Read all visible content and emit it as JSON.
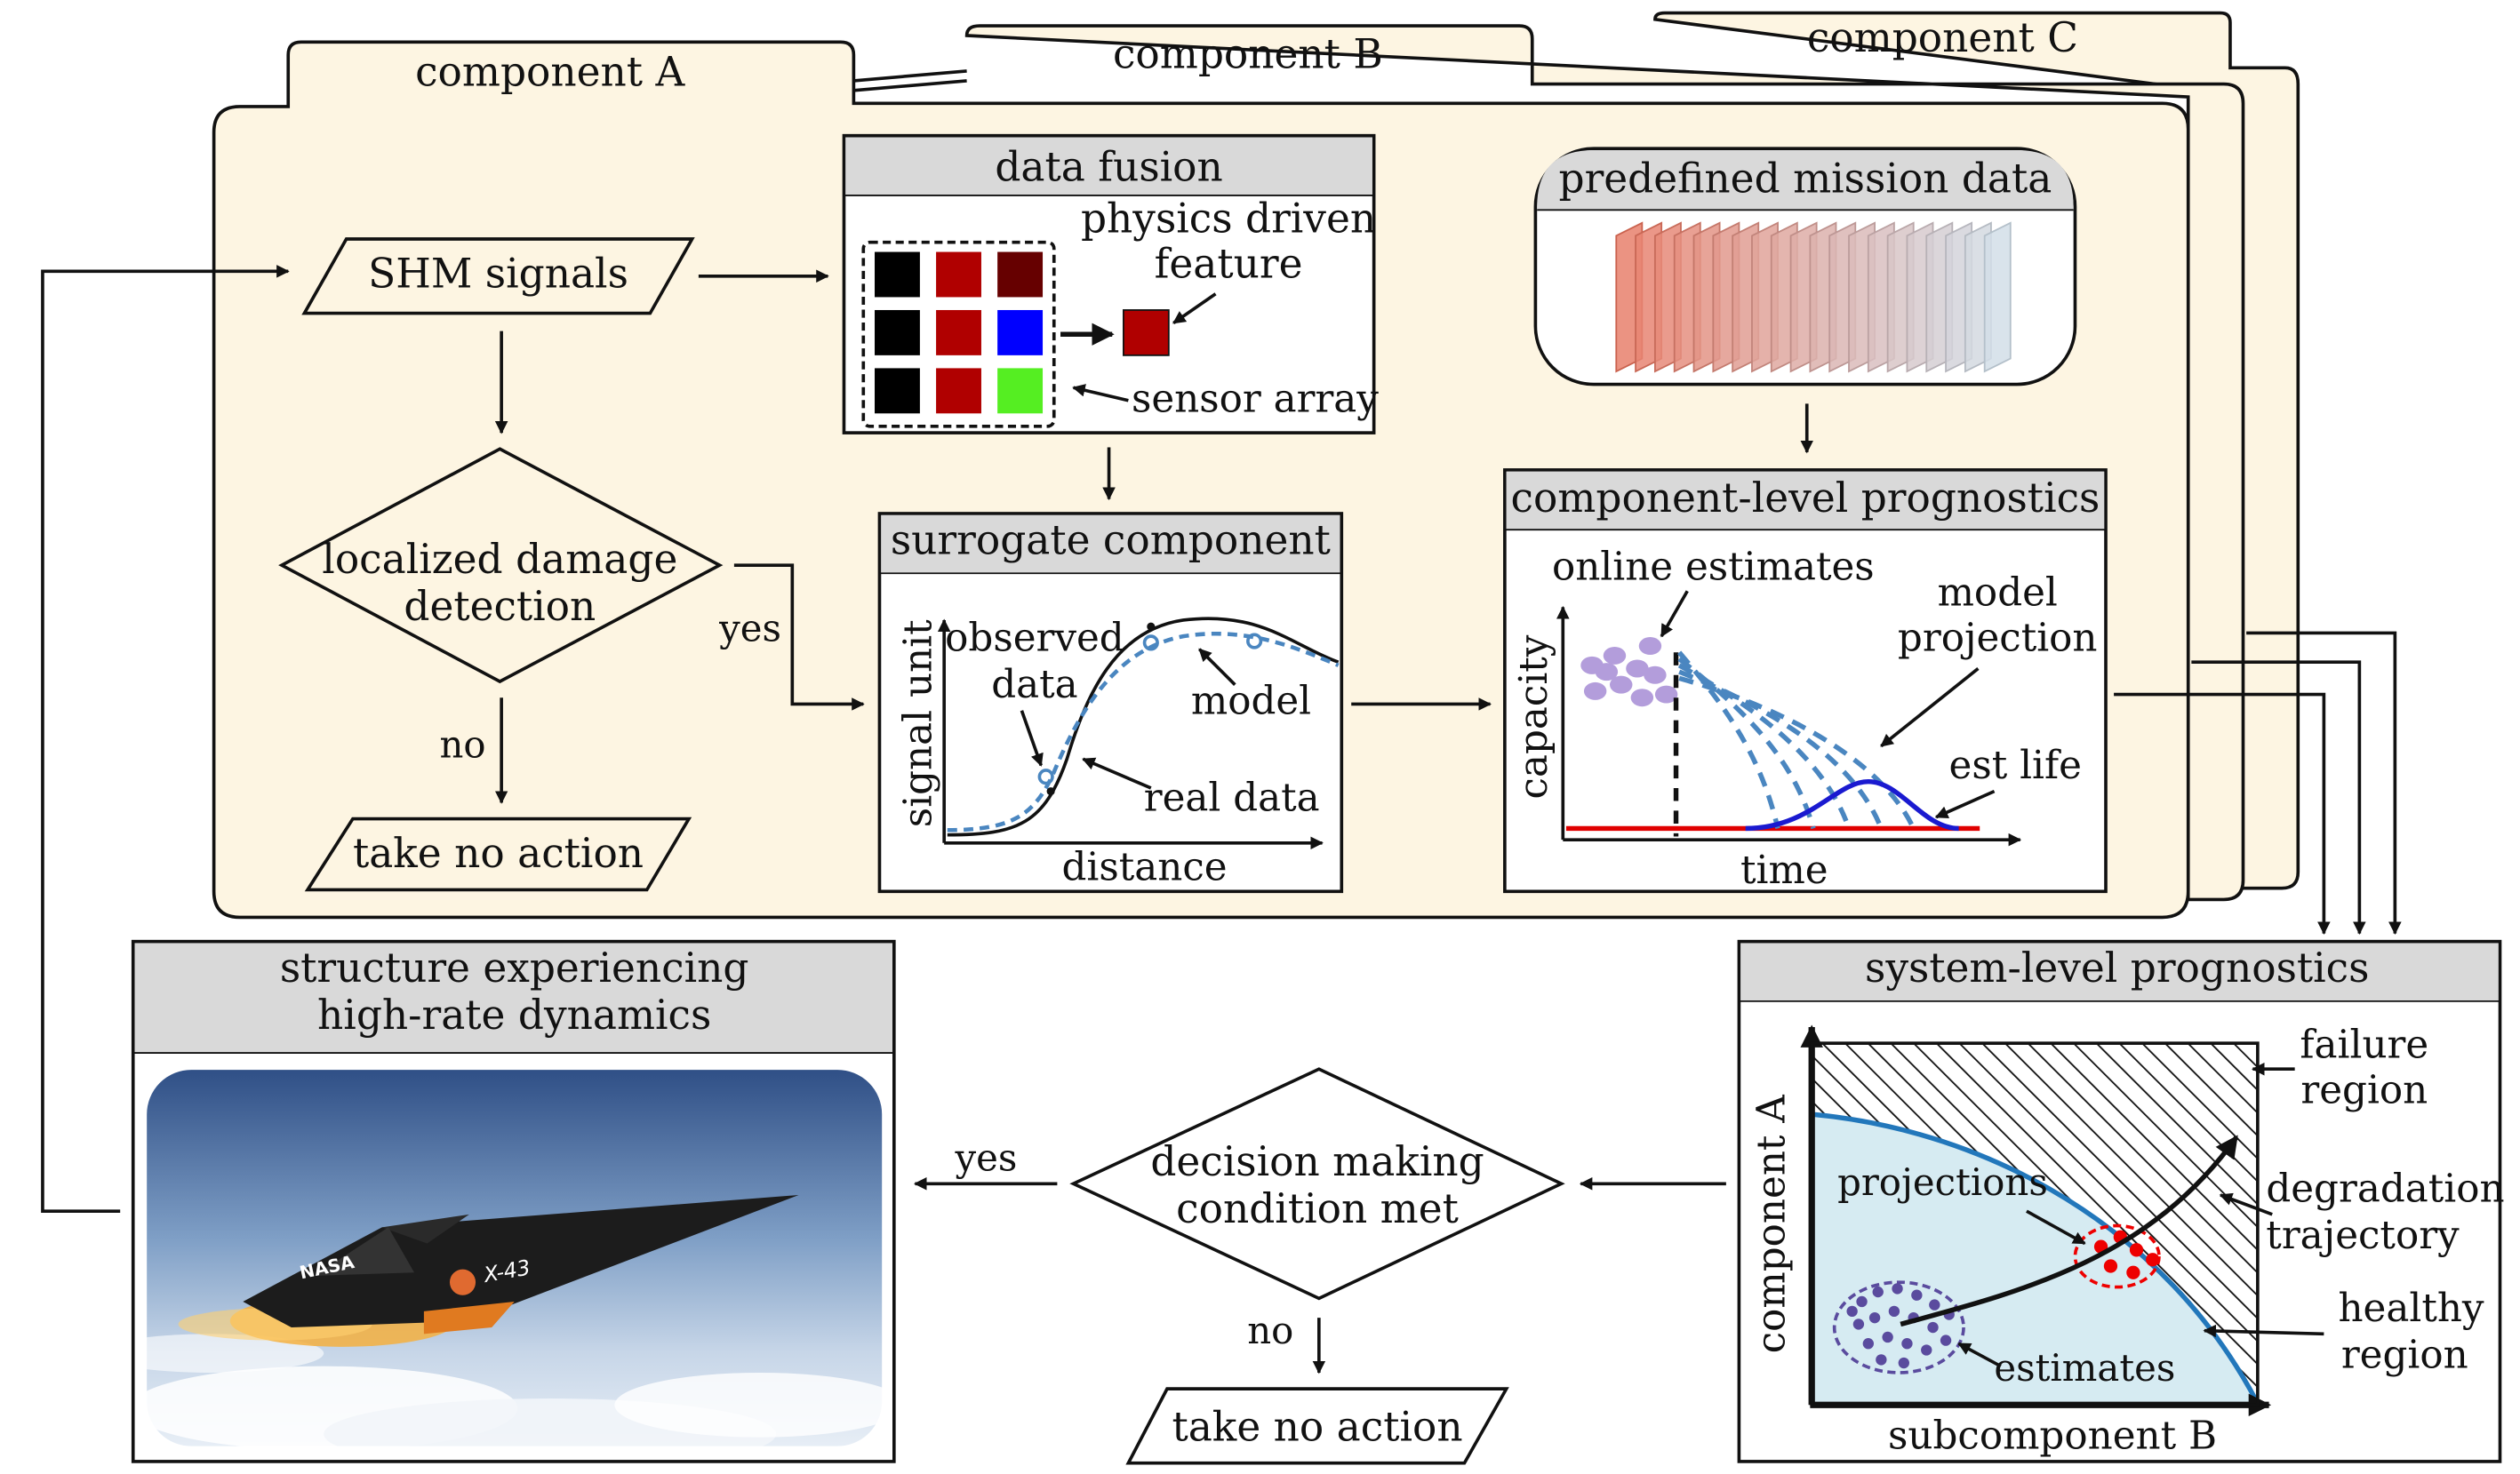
{
  "components": {
    "a": "component A",
    "b": "component B",
    "c": "component C"
  },
  "flow": {
    "shm_signals": "SHM signals",
    "localized_line1": "localized damage",
    "localized_line2": "detection",
    "yes": "yes",
    "no": "no",
    "take_no_action": "take no action"
  },
  "data_fusion": {
    "title": "data fusion",
    "physics_line1": "physics driven",
    "physics_line2": "feature",
    "sensor_array": "sensor array",
    "sensor_colors": [
      "#000000",
      "#b00000",
      "#660000",
      "#000000",
      "#b00000",
      "#0000ff",
      "#000000",
      "#b00000",
      "#55ee22"
    ],
    "feature_color": "#b00000"
  },
  "mission": {
    "title": "predefined mission data"
  },
  "surrogate": {
    "title": "surrogate component",
    "observed_line1": "observed",
    "observed_line2": "data",
    "model": "model",
    "real_data": "real data",
    "ylabel": "signal unit",
    "xlabel": "distance"
  },
  "component_prog": {
    "title": "component-level prognostics",
    "online_estimates": "online estimates",
    "model_line1": "model",
    "model_line2": "projection",
    "est_life": "est life",
    "ylabel": "capacity",
    "xlabel": "time"
  },
  "structure": {
    "title_line1": "structure experiencing",
    "title_line2": "high-rate dynamics",
    "aircraft_label": "X-43",
    "nasa_label": "NASA"
  },
  "decision": {
    "line1": "decision making",
    "line2": "condition met",
    "yes": "yes",
    "no": "no",
    "take_no_action": "take no action"
  },
  "system_prog": {
    "title": "system-level prognostics",
    "failure_line1": "failure",
    "failure_line2": "region",
    "degradation_line1": "degradation",
    "degradation_line2": "trajectory",
    "healthy_line1": "healthy",
    "healthy_line2": "region",
    "projections": "projections",
    "estimates": "estimates",
    "ylabel": "component A",
    "xlabel": "subcomponent B"
  },
  "colors": {
    "folder_fill": "#fdf5e2",
    "header_gray": "#d9d9d9",
    "dashed_blue": "#4a86c0",
    "est_life_curve": "#1a1ad0",
    "baseline_red": "#e00000",
    "estimate_points": "#b39ddb",
    "healthy_fill": "#d6ebf2",
    "healthy_boundary": "#2277bb",
    "projection_points": "#ee0000",
    "cluster_points": "#5a4b9e"
  }
}
